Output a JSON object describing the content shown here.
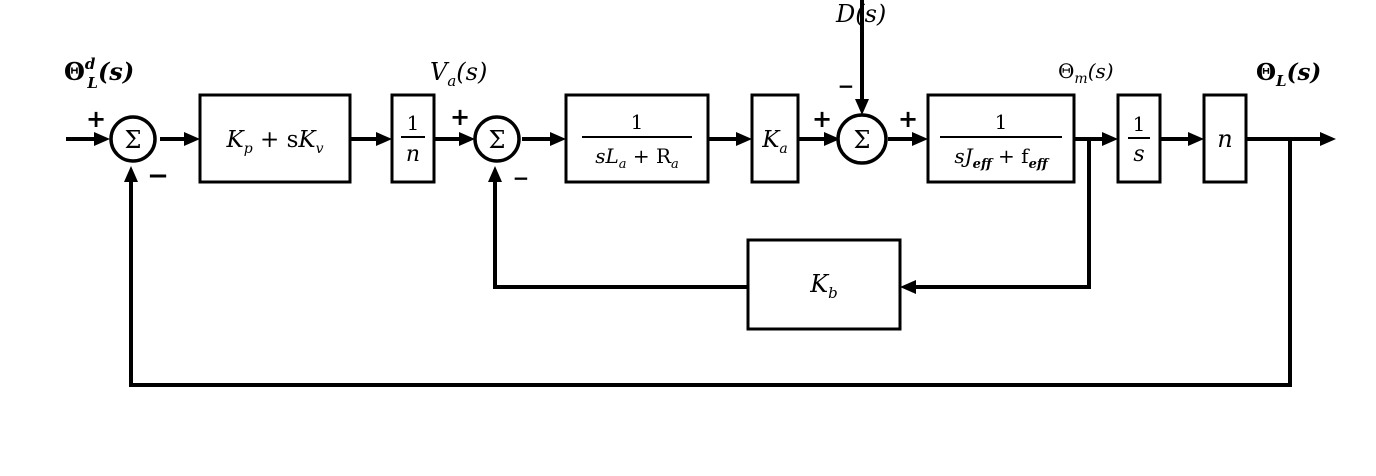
{
  "labels": {
    "input": "Θ",
    "input_sup": "d",
    "input_sub": "L",
    "input_arg": "(s)",
    "va": "V",
    "va_sub": "a",
    "va_arg": "(s)",
    "disturbance": "D(s)",
    "theta_m": "Θ",
    "theta_m_sub": "m",
    "theta_m_arg": "(s)",
    "output": "Θ",
    "output_sub": "L",
    "output_arg": "(s)"
  },
  "signs": {
    "s1_plus": "+",
    "s1_minus": "−",
    "s2_plus": "+",
    "s2_minus": "−",
    "s3_plus_left": "+",
    "s3_minus_top": "−",
    "s3_plus_right": "+"
  },
  "sums": {
    "symbol": "Σ"
  },
  "blocks": {
    "pd": {
      "Kp_K": "K",
      "Kp_sub": "p",
      "plus": " + s",
      "Kv_K": "K",
      "Kv_sub": "v"
    },
    "gear1": {
      "num": "1",
      "den": "n"
    },
    "armature": {
      "num": "1",
      "den_a": "sL",
      "den_a_sub": "a",
      "den_plus": " + R",
      "den_b_sub": "a"
    },
    "ka": {
      "K": "K",
      "sub": "a"
    },
    "motor": {
      "num": "1",
      "den_a": "sJ",
      "den_a_sub": "eff",
      "den_plus": " + f",
      "den_b_sub": "eff"
    },
    "integrator": {
      "num": "1",
      "den": "s"
    },
    "gear2": {
      "label": "n"
    },
    "kb": {
      "K": "K",
      "sub": "b"
    }
  }
}
